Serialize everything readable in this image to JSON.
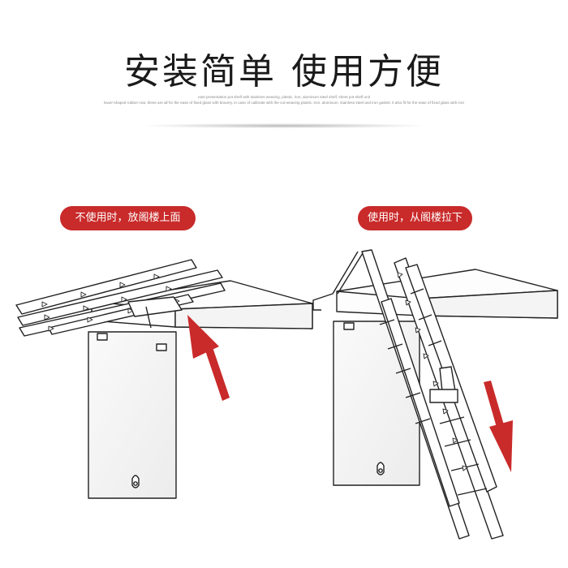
{
  "header": {
    "title_part1": "安装简单",
    "title_part2": "使用方便",
    "subtitle_line1": "east presentation pot shelf with stainless weaving, plastic, iron, aluminum steel shelf, sheet pot shelf unit",
    "subtitle_line2": "lower-shaped rubber mat, these are all for the ease of fixed glass with bravery, in case of calibrate with the cut-weaving plastic, iron, aluminum, stainless steel and iron gasket. it also fit for the ease of fixed glass with iron"
  },
  "labels": {
    "stored": "不使用时，放阁楼上面",
    "in_use": "使用时，从阁楼拉下"
  },
  "colors": {
    "badge": "#c92a2a",
    "arrow": "#c92a2a",
    "line": "#222222",
    "panel_shade": "#f2f2f2"
  },
  "icons": [
    "arrow-up-icon",
    "arrow-down-icon"
  ]
}
